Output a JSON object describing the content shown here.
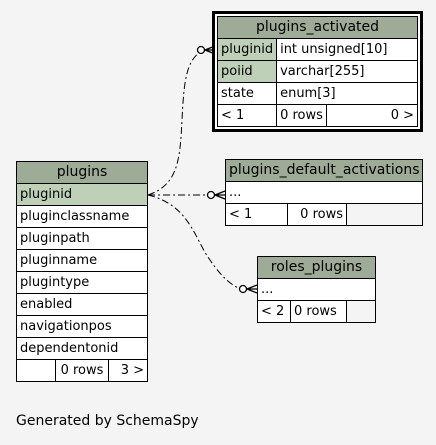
{
  "plugins": {
    "title": "plugins",
    "columns": [
      "pluginid",
      "pluginclassname",
      "pluginpath",
      "pluginname",
      "plugintype",
      "enabled",
      "navigationpos",
      "dependentonid"
    ],
    "footer": [
      "",
      "0 rows",
      "3 >"
    ]
  },
  "plugins_activated": {
    "title": "plugins_activated",
    "rows": [
      {
        "name": "pluginid",
        "type": "int unsigned[10]"
      },
      {
        "name": "poiid",
        "type": "varchar[255]"
      },
      {
        "name": "state",
        "type": "enum[3]"
      }
    ],
    "footer": [
      "< 1",
      "0 rows",
      "0 >"
    ]
  },
  "plugins_default_activations": {
    "title": "plugins_default_activations",
    "row": "...",
    "footer": [
      "< 1",
      "0 rows",
      ""
    ]
  },
  "roles_plugins": {
    "title": "roles_plugins",
    "row": "...",
    "footer": [
      "< 2",
      "0 rows",
      ""
    ]
  },
  "caption": "Generated by SchemaSpy",
  "colors": {
    "header": "#9eab96",
    "key_column": "#bed1b8",
    "background": "#f4f4f4"
  }
}
